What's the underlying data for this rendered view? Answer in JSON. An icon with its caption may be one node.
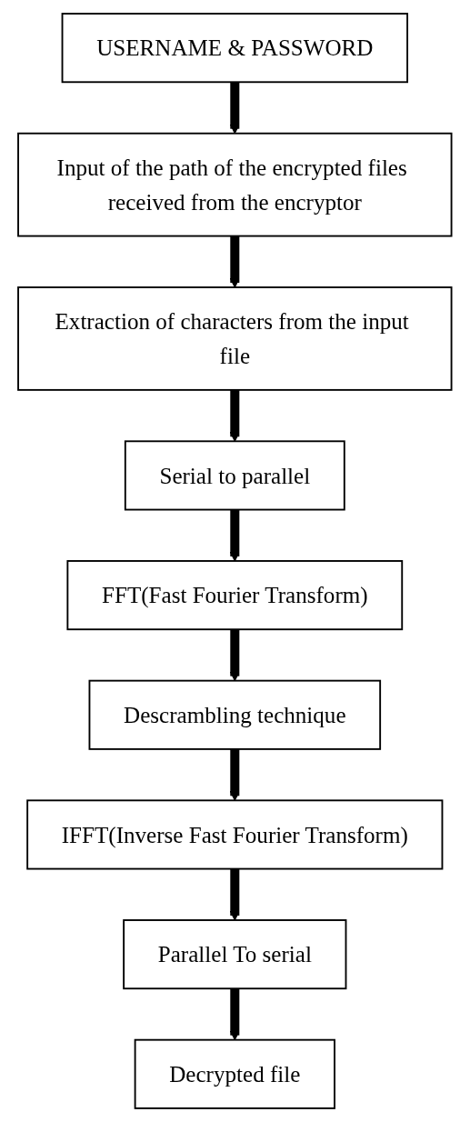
{
  "diagram": {
    "nodes": [
      {
        "text": [
          "USERNAME & PASSWORD"
        ]
      },
      {
        "text": [
          "Input of the path of the encrypted files received from the encryptor"
        ]
      },
      {
        "text": [
          "Extraction of characters from the input file"
        ]
      },
      {
        "text": [
          "Serial to parallel"
        ]
      },
      {
        "text": [
          "FFT(Fast Fourier Transform)"
        ]
      },
      {
        "text": [
          "Descrambling technique"
        ]
      },
      {
        "text": [
          "IFFT(Inverse Fast Fourier Transform)"
        ]
      },
      {
        "text": [
          "Parallel To serial"
        ]
      },
      {
        "text": [
          "Decrypted file"
        ]
      }
    ],
    "edges": [
      {
        "from": 0,
        "to": 1,
        "arrow": "to"
      },
      {
        "from": 1,
        "to": 2,
        "arrow": "to"
      },
      {
        "from": 2,
        "to": 3,
        "arrow": "to"
      },
      {
        "from": 3,
        "to": 4,
        "arrow": "to"
      },
      {
        "from": 4,
        "to": 5,
        "arrow": "to"
      },
      {
        "from": 5,
        "to": 6,
        "arrow": "to"
      },
      {
        "from": 6,
        "to": 7,
        "arrow": "to"
      },
      {
        "from": 7,
        "to": 8,
        "arrow": "to"
      }
    ]
  }
}
